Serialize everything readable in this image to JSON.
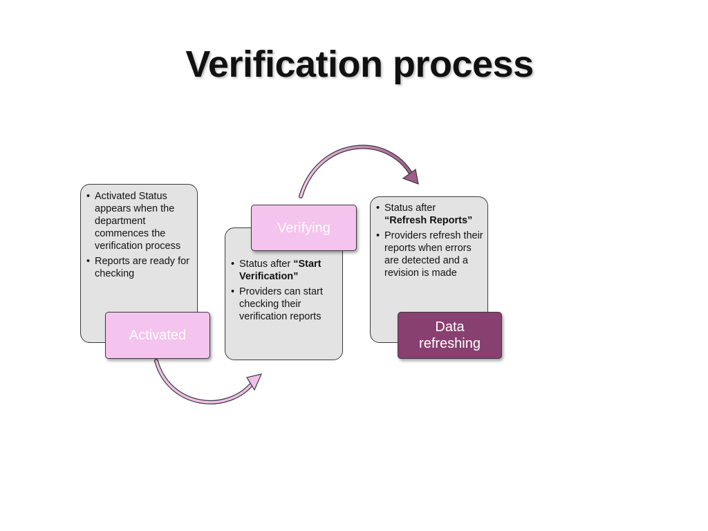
{
  "title": "Verification process",
  "steps": [
    {
      "label": "Activated",
      "bullets": [
        {
          "text": "Activated Status appears when the department commences the verification process"
        },
        {
          "text": "Reports are ready for checking"
        }
      ]
    },
    {
      "label": "Verifying",
      "bullets": [
        {
          "text": "Status after ",
          "bold": "“Start Verification”"
        },
        {
          "text": "Providers can start checking their verification reports"
        }
      ]
    },
    {
      "label": "Data refreshing",
      "bullets": [
        {
          "text": "Status after ",
          "bold": "“Refresh Reports”"
        },
        {
          "text": "Providers refresh their reports  when errors are detected and a revision is made"
        }
      ]
    }
  ],
  "colors": {
    "card_fill": "#e3e3e3",
    "label_pink": "#f4c3ee",
    "label_plum": "#884070",
    "arrow_fill": "#f1c0ea"
  }
}
